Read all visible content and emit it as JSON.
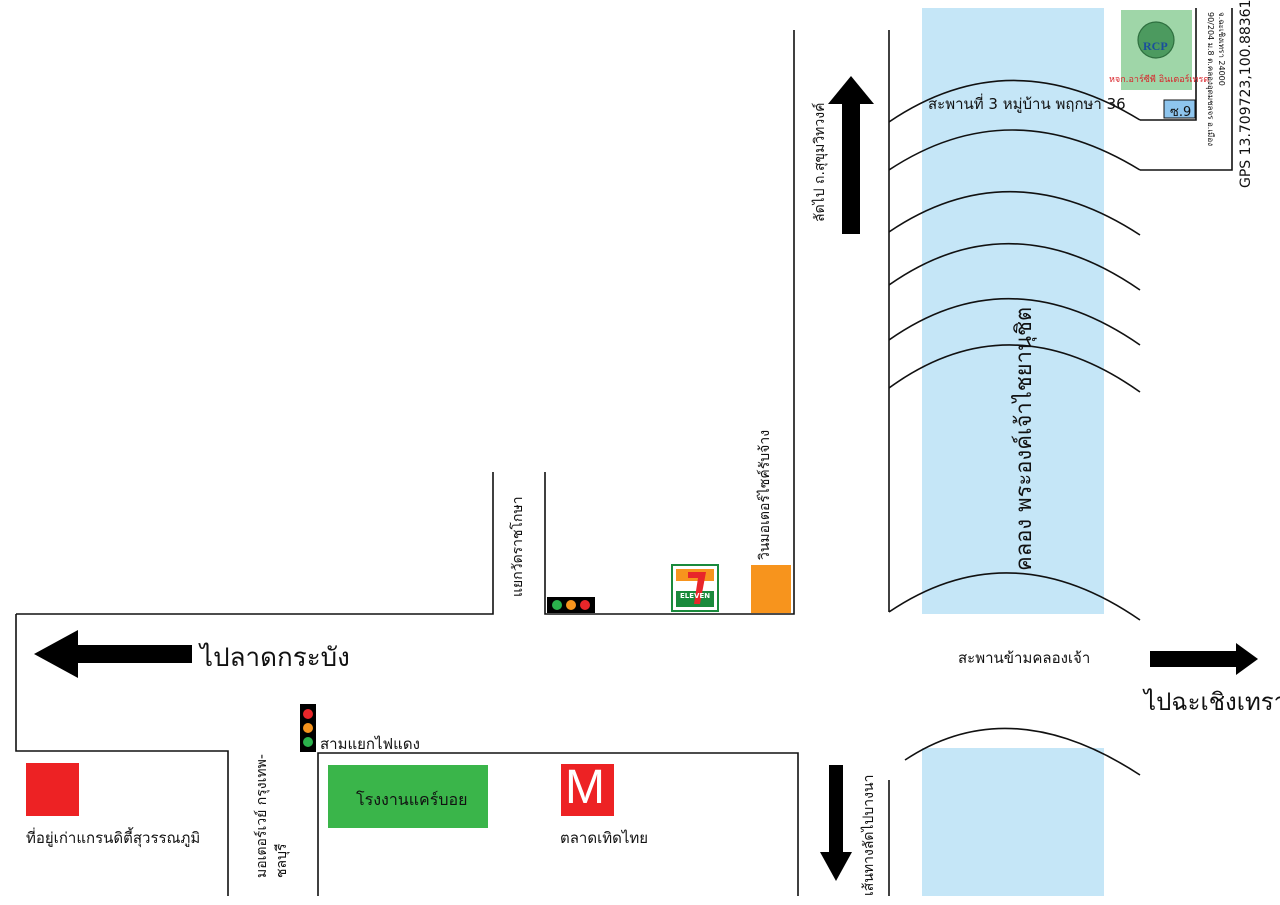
{
  "colors": {
    "canal": "#c5e6f7",
    "road_line": "#111111",
    "arrow": "#000000",
    "red_marker": "#ed2224",
    "green_factory": "#3ab54a",
    "orange_motor": "#f7941d",
    "logo_bg": "#9fd6a8",
    "soi_badge": "#8ec5ee",
    "tl_red": "#e8262a",
    "tl_yellow": "#f7941d",
    "tl_green": "#2bb24c"
  },
  "directions": {
    "to_lat_krabang": "ไปลาดกระบัง",
    "to_chachoengsao": "ไปฉะเชิงเทรา",
    "shortcut_sukhumvit": "ลัดไป ถ.สุขุมวิทวงค์",
    "shortcut_bang_na": "เส้นทางลัดไปบางนา"
  },
  "roads": {
    "wat_ratchakosa_junction": "แยกวัดราชโกษา",
    "motorway_krungthep_chonburi": "มอเตอร์เวย์ กรุงเทพ-ชลบุรี",
    "three_way_traffic_light": "สามแยกไฟแดง",
    "khlong_chao_bridge": "สะพานข้ามคลองเจ้า",
    "village_bridge": "สะพานที่ 3 หมู่บ้าน พฤกษา 36"
  },
  "canal": {
    "name": "คลอง พระองค์เจ้าไชยานุชิต"
  },
  "places": {
    "motorcycle_taxi": "วินมอเตอร์ไซค์รับจ้าง",
    "seven_eleven_top": "7",
    "seven_eleven_text": "ELEVEN",
    "factory": "โรงงานแคร์บอย",
    "market": "ตลาดเทิดไทย",
    "market_letter": "M",
    "old_address": "ที่อยู่เก่าแกรนดิตี้สุวรรณภูมิ"
  },
  "company": {
    "logo_text": "RCP",
    "name": "หจก.อาร์ซีพี อินเตอร์เทรด",
    "address_line1": "90/204 ม.8 ต.คลองอุดมชลจร อ.เมือง",
    "address_line2": "จ.ฉะเชิงเทรา 24000",
    "gps": "GPS 13.709723,100.88361",
    "soi": "ซ.9"
  }
}
